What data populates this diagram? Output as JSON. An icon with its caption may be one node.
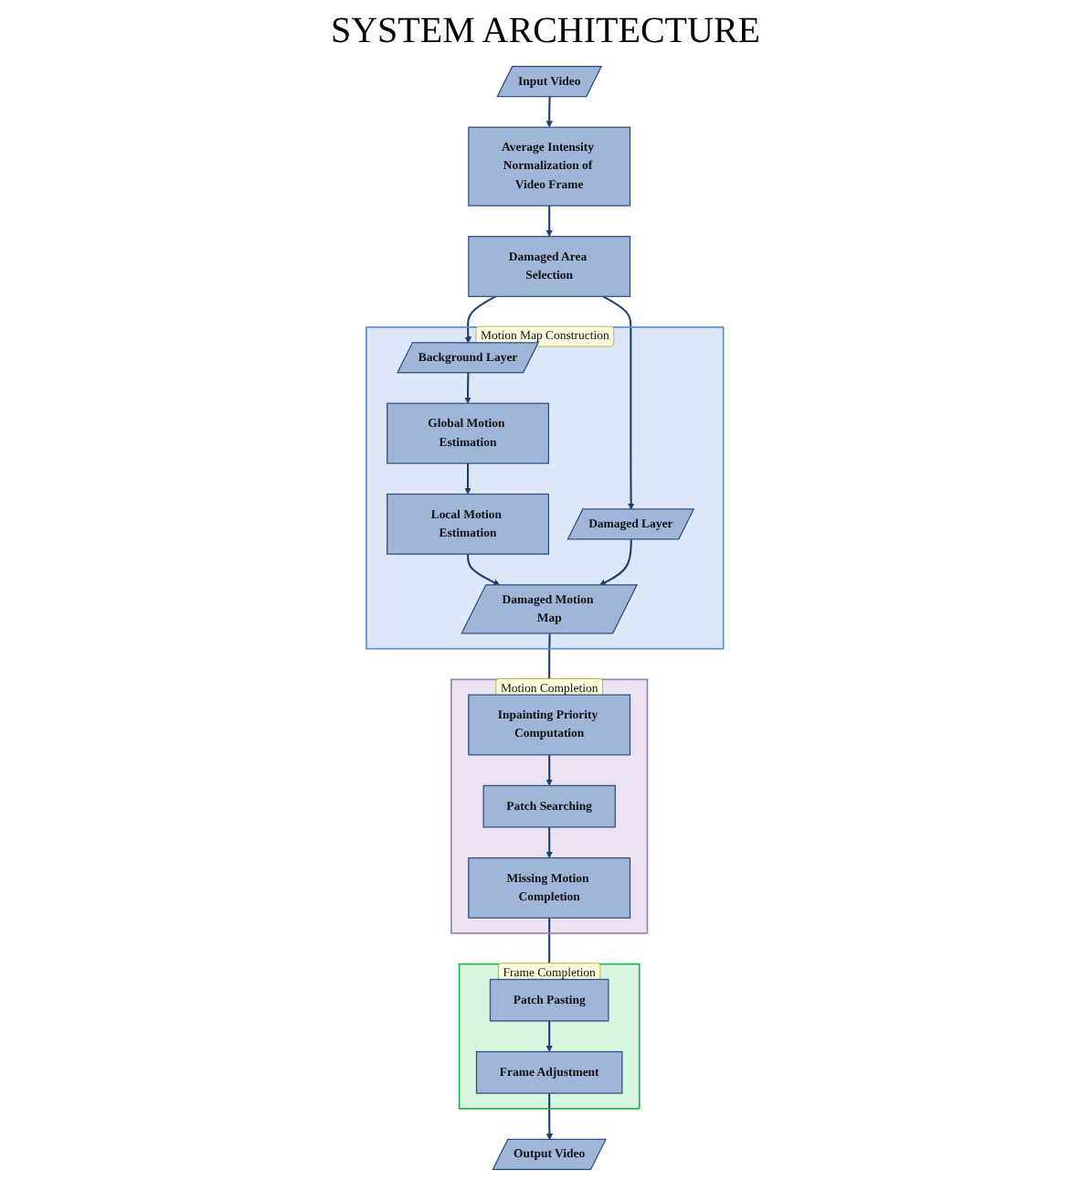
{
  "diagram": {
    "title": "SYSTEM ARCHITECTURE",
    "nodes": [
      {
        "text": [
          "Input Video"
        ]
      },
      {
        "text": [
          "Average Intensity Normalization of Video Frame"
        ]
      },
      {
        "text": [
          "Damaged Area Selection"
        ]
      },
      {
        "text": [
          "Motion Map Construction"
        ]
      },
      {
        "text": [
          "Background Layer"
        ],
        "in": 3
      },
      {
        "text": [
          "Global Motion Estimation"
        ],
        "in": 3
      },
      {
        "text": [
          "Local Motion Estimation"
        ],
        "in": 3
      },
      {
        "text": [
          "Damaged Layer"
        ],
        "in": 3
      },
      {
        "text": [
          "Damaged Motion Map"
        ],
        "in": 3
      },
      {
        "text": [
          "Output Video"
        ]
      },
      {
        "text": [
          "Frame Completion"
        ]
      },
      {
        "text": [
          "Frame Adjustment"
        ],
        "in": 10
      },
      {
        "text": [
          "Patch Pasting"
        ],
        "in": 10
      },
      {
        "text": [
          "Motion Completion"
        ]
      },
      {
        "text": [
          "Missing Motion Completion"
        ],
        "in": 13
      },
      {
        "text": [
          "Patch Searching"
        ],
        "in": 13
      },
      {
        "text": [
          "Inpainting Priority Computation"
        ],
        "in": 13
      }
    ],
    "edges": [
      {
        "from": 0,
        "to": 1,
        "arrow": "to"
      },
      {
        "from": 1,
        "to": 2,
        "arrow": "to"
      },
      {
        "from": 2,
        "to": 4,
        "arrow": "to"
      },
      {
        "from": 2,
        "to": 7,
        "arrow": "to"
      },
      {
        "from": 4,
        "to": 5,
        "arrow": "to"
      },
      {
        "from": 5,
        "to": 6,
        "arrow": "to"
      },
      {
        "from": 6,
        "to": 8,
        "arrow": "to"
      },
      {
        "from": 7,
        "to": 8,
        "arrow": "to"
      },
      {
        "from": 8,
        "to": 16,
        "arrow": "to"
      },
      {
        "from": 16,
        "to": 15,
        "arrow": "to"
      },
      {
        "from": 15,
        "to": 14,
        "arrow": "to"
      },
      {
        "from": 14,
        "to": 12,
        "arrow": "to"
      },
      {
        "from": 12,
        "to": 11,
        "arrow": "to"
      },
      {
        "from": 11,
        "to": 9,
        "arrow": "to"
      }
    ]
  }
}
